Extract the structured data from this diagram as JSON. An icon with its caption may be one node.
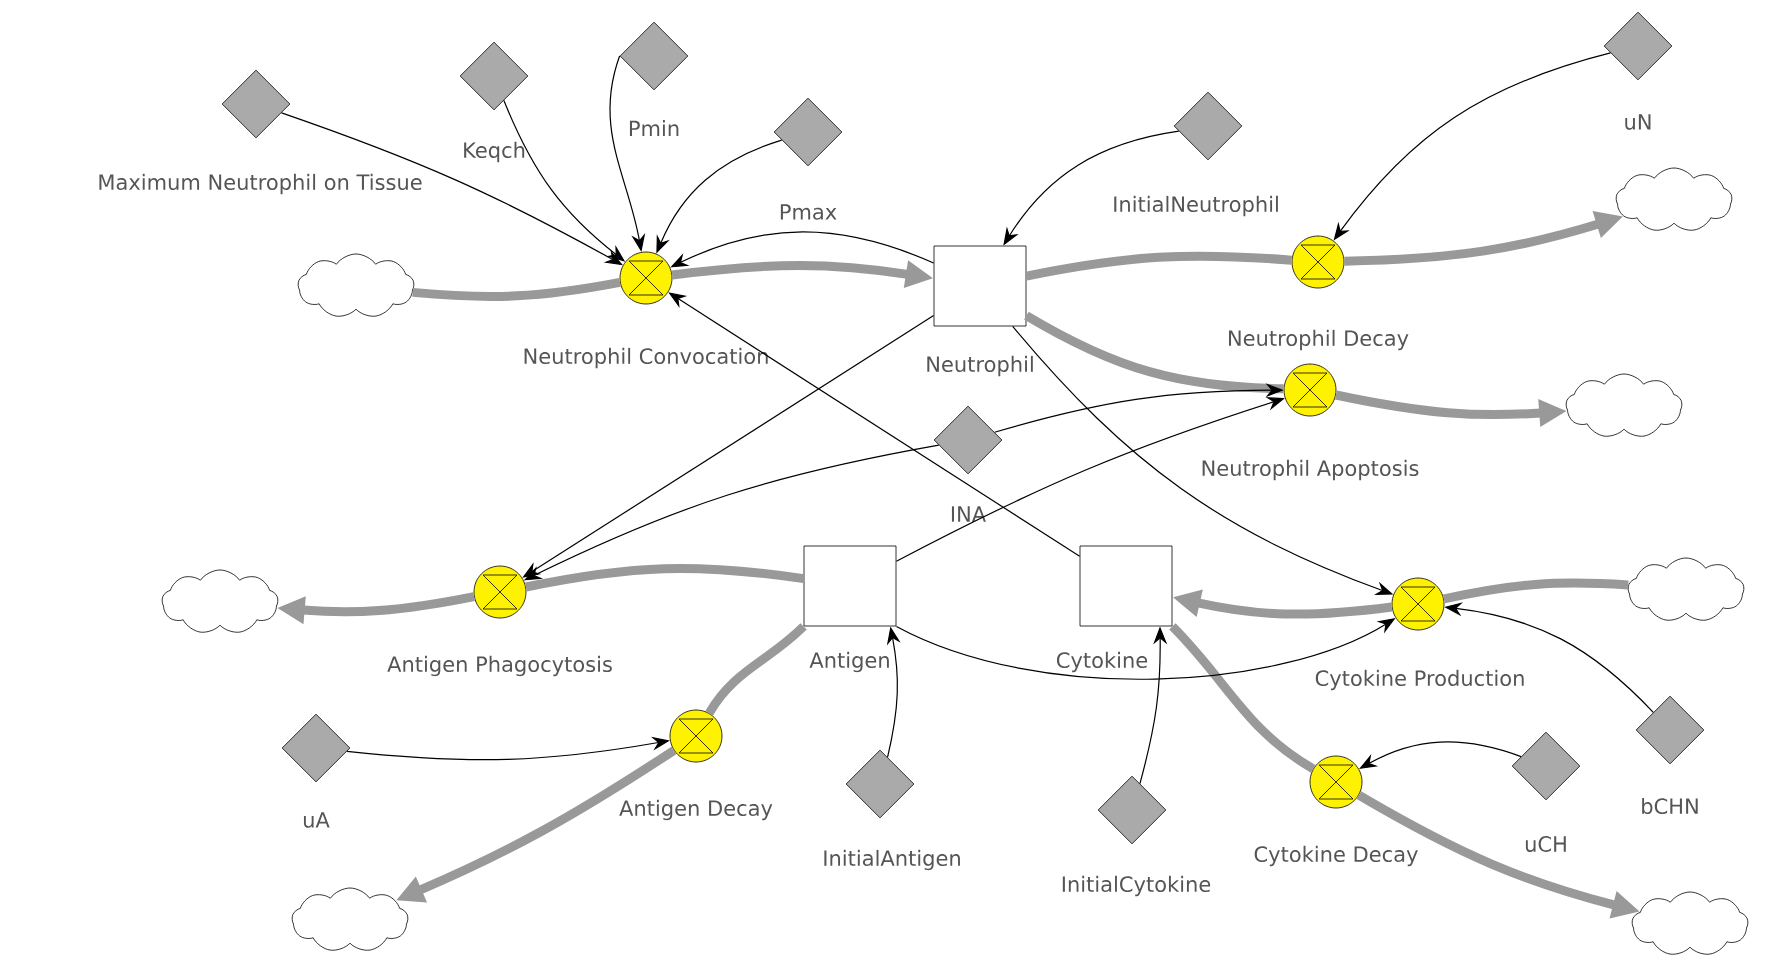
{
  "diagram": {
    "nodes": [
      {
        "text": [
          "Maximum Neutrophil on Tissue"
        ]
      },
      {
        "text": [
          "Keqch"
        ]
      },
      {
        "text": [
          "Pmin"
        ]
      },
      {
        "text": [
          "Pmax"
        ]
      },
      {
        "text": [
          "Neutrophil Convocation"
        ]
      },
      {
        "text": [],
        "shape": "cloud"
      },
      {
        "text": [
          "Neutrophil"
        ]
      },
      {
        "text": [
          "InitialNeutrophil"
        ]
      },
      {
        "text": [
          "uN"
        ]
      },
      {
        "text": [
          "Neutrophil Decay"
        ]
      },
      {
        "text": [],
        "shape": "cloud"
      },
      {
        "text": [
          "Neutrophil Apoptosis"
        ]
      },
      {
        "text": [],
        "shape": "cloud"
      },
      {
        "text": [
          "INA"
        ]
      },
      {
        "text": [
          "Antigen Phagocytosis"
        ]
      },
      {
        "text": [],
        "shape": "cloud"
      },
      {
        "text": [
          "Antigen"
        ]
      },
      {
        "text": [
          "Cytokine"
        ]
      },
      {
        "text": [
          "Cytokine Production"
        ]
      },
      {
        "text": [],
        "shape": "cloud"
      },
      {
        "text": [
          "uA"
        ]
      },
      {
        "text": [
          "Antigen Decay"
        ]
      },
      {
        "text": [],
        "shape": "cloud"
      },
      {
        "text": [
          "InitialAntigen"
        ]
      },
      {
        "text": [
          "bCHN"
        ]
      },
      {
        "text": [
          "InitialCytokine"
        ]
      },
      {
        "text": [
          "Cytokine Decay"
        ]
      },
      {
        "text": [
          "uCH"
        ]
      },
      {
        "text": [],
        "shape": "cloud"
      }
    ],
    "edges": [
      {
        "from": 5,
        "to": 4,
        "arrow": "none",
        "style": "thick",
        "color": "#999999"
      },
      {
        "from": 4,
        "to": 6,
        "arrow": "to",
        "style": "thick",
        "color": "#999999"
      },
      {
        "from": 6,
        "to": 9,
        "arrow": "none",
        "style": "thick",
        "color": "#999999"
      },
      {
        "from": 9,
        "to": 10,
        "arrow": "to",
        "style": "thick",
        "color": "#999999"
      },
      {
        "from": 6,
        "to": 11,
        "arrow": "none",
        "style": "thick",
        "color": "#999999"
      },
      {
        "from": 11,
        "to": 12,
        "arrow": "to",
        "style": "thick",
        "color": "#999999"
      },
      {
        "from": 16,
        "to": 14,
        "arrow": "none",
        "style": "thick",
        "color": "#999999"
      },
      {
        "from": 14,
        "to": 15,
        "arrow": "to",
        "style": "thick",
        "color": "#999999"
      },
      {
        "from": 16,
        "to": 21,
        "arrow": "none",
        "style": "thick",
        "color": "#999999"
      },
      {
        "from": 21,
        "to": 22,
        "arrow": "to",
        "style": "thick",
        "color": "#999999"
      },
      {
        "from": 19,
        "to": 18,
        "arrow": "none",
        "style": "thick",
        "color": "#999999"
      },
      {
        "from": 18,
        "to": 17,
        "arrow": "to",
        "style": "thick",
        "color": "#999999"
      },
      {
        "from": 17,
        "to": 26,
        "arrow": "none",
        "style": "thick",
        "color": "#999999"
      },
      {
        "from": 26,
        "to": 28,
        "arrow": "to",
        "style": "thick",
        "color": "#999999"
      },
      {
        "from": 0,
        "to": 4,
        "arrow": "to"
      },
      {
        "from": 1,
        "to": 4,
        "arrow": "to"
      },
      {
        "from": 2,
        "to": 4,
        "arrow": "to"
      },
      {
        "from": 3,
        "to": 4,
        "arrow": "to"
      },
      {
        "from": 6,
        "to": 4,
        "arrow": "to"
      },
      {
        "from": 17,
        "to": 4,
        "arrow": "to"
      },
      {
        "from": 7,
        "to": 6,
        "arrow": "to"
      },
      {
        "from": 8,
        "to": 9,
        "arrow": "to"
      },
      {
        "from": 6,
        "to": 14,
        "arrow": "to"
      },
      {
        "from": 13,
        "to": 14,
        "arrow": "to"
      },
      {
        "from": 13,
        "to": 11,
        "arrow": "to"
      },
      {
        "from": 16,
        "to": 11,
        "arrow": "to"
      },
      {
        "from": 6,
        "to": 18,
        "arrow": "to"
      },
      {
        "from": 16,
        "to": 18,
        "arrow": "to"
      },
      {
        "from": 24,
        "to": 18,
        "arrow": "to"
      },
      {
        "from": 23,
        "to": 16,
        "arrow": "to"
      },
      {
        "from": 25,
        "to": 17,
        "arrow": "to"
      },
      {
        "from": 27,
        "to": 26,
        "arrow": "to"
      },
      {
        "from": 20,
        "to": 21,
        "arrow": "to"
      }
    ]
  }
}
